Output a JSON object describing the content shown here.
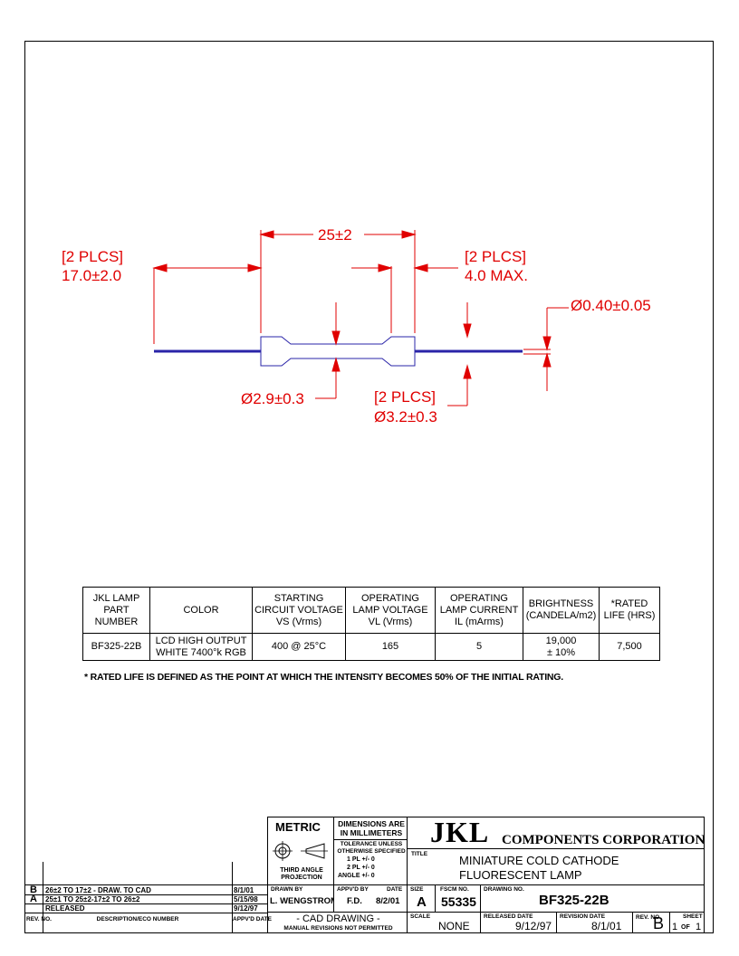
{
  "dimensions": {
    "overall_length": "25±2",
    "lead_length_qty": "[2 PLCS]",
    "lead_length": "17.0±2.0",
    "end_cap_qty": "[2 PLCS]",
    "end_cap_length": "4.0 MAX.",
    "lead_diameter": "Ø0.40±0.05",
    "tube_diameter": "Ø2.9±0.3",
    "end_diameter_qty": "[2 PLCS]",
    "end_diameter": "Ø3.2±0.3"
  },
  "spec_table": {
    "headers": [
      "JKL LAMP\nPART\nNUMBER",
      "COLOR",
      "STARTING\nCIRCUIT VOLTAGE\nVS (Vrms)",
      "OPERATING\nLAMP VOLTAGE\nVL (Vrms)",
      "OPERATING\nLAMP CURRENT\nIL (mArms)",
      "BRIGHTNESS\n(CANDELA/m2)",
      "*RATED\nLIFE (HRS)"
    ],
    "row": [
      "BF325-22B",
      "LCD HIGH OUTPUT\nWHITE 7400°k  RGB",
      "400 @ 25°C",
      "165",
      "5",
      "19,000\n± 10%",
      "7,500"
    ]
  },
  "footnote": "* RATED LIFE IS DEFINED AS THE POINT AT WHICH THE INTENSITY BECOMES 50% OF THE INITIAL RATING.",
  "title_block": {
    "metric": "METRIC",
    "dimensions_note": "DIMENSIONS ARE\nIN MILLIMETERS",
    "tolerance_note": "TOLERANCE UNLESS\nOTHERWISE SPECIFIED",
    "tol_1pl": "1 PL +/-   0",
    "tol_2pl": "2 PL +/-   0",
    "tol_angle": "ANGLE +/-   0",
    "projection": "THIRD ANGLE\nPROJECTION",
    "company_logo": "JKL",
    "company_name": "COMPONENTS CORPORATION",
    "title_label": "TITLE",
    "title_line1": "MINIATURE COLD CATHODE",
    "title_line2": "FLUORESCENT LAMP",
    "drawn_by_label": "DRAWN BY",
    "drawn_by": "L. WENGSTROM",
    "appvd_by_label": "APPV'D BY",
    "date_label": "DATE",
    "appvd_by": "F.D.",
    "appvd_date": "8/2/01",
    "size_label": "SIZE",
    "size": "A",
    "fscm_label": "FSCM NO.",
    "fscm": "55335",
    "drawing_label": "DRAWING\nNO.",
    "drawing_no": "BF325-22B",
    "cad_drawing": "- CAD DRAWING -",
    "manual_note": "MANUAL REVISIONS NOT PERMITTED",
    "scale_label": "SCALE",
    "scale": "NONE",
    "released_label": "RELEASED\nDATE",
    "released_date": "9/12/97",
    "revision_label": "REVISION\nDATE",
    "revision_date": "8/1/01",
    "rev_no_label": "REV.\nNO.",
    "rev_no": "B",
    "sheet_label": "SHEET",
    "sheet": "1",
    "sheet_of": "OF",
    "sheet_total": "1"
  },
  "revisions": {
    "header_rev": "REV.\nNO.",
    "header_desc": "DESCRIPTION/ECO\nNUMBER",
    "header_appvd": "APPV'D\nDATE",
    "rows": [
      {
        "rev": "B",
        "desc": "26±2 TO 17±2 - DRAW. TO CAD",
        "date": "8/1/01"
      },
      {
        "rev": "A",
        "desc": "25±1 TO 25±2-17±2 TO 26±2",
        "date": "5/15/98"
      },
      {
        "rev": "",
        "desc": "RELEASED",
        "date": "9/12/97"
      }
    ]
  }
}
